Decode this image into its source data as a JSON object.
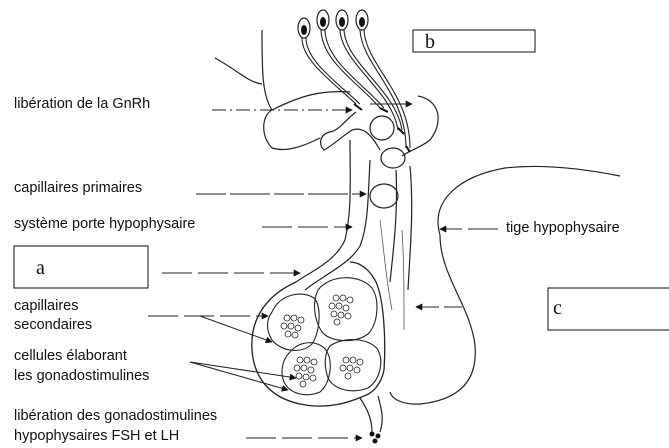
{
  "labels": {
    "gnrh": "libération de la GnRh",
    "capillaires_primaires": "capillaires primaires",
    "systeme_porte": "système porte hypophysaire",
    "tige": "tige hypophysaire",
    "capillaires_secondaires_1": "capillaires",
    "capillaires_secondaires_2": "secondaires",
    "cellules_1": "cellules élaborant",
    "cellules_2": "les gonadostimulines",
    "liberation_1": "libération des gonadostimulines",
    "liberation_2": "hypophysaires FSH et LH"
  },
  "boxes": {
    "a": "a",
    "b": "b",
    "c": "c"
  }
}
